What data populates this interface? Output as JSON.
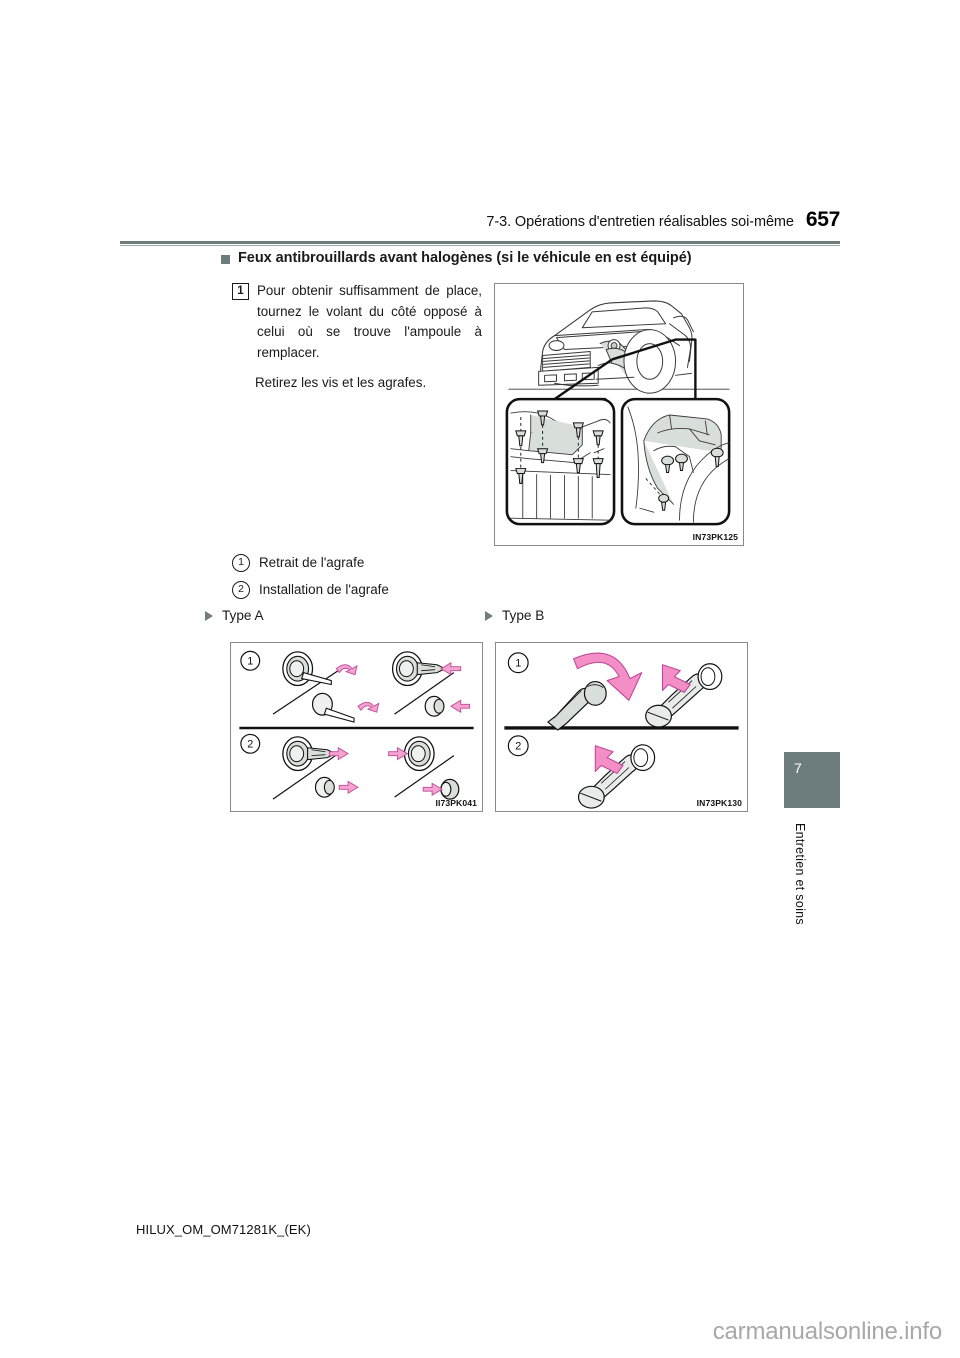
{
  "page": {
    "number": "657",
    "header_section": "7-3. Opérations d'entretien réalisables soi-même",
    "footer_code": "HILUX_OM_OM71281K_(EK)",
    "watermark": "carmanualsonline.info",
    "accent_color": "#6d7d7d"
  },
  "section": {
    "heading": "Feux antibrouillards avant halogènes (si le véhicule en est équipé)"
  },
  "steps": [
    {
      "number": "1",
      "text": "Pour obtenir suffisamment de place, tournez le volant du côté opposé à celui où se trouve l'ampoule à remplacer.",
      "extra": "Retirez les vis et les agrafes."
    }
  ],
  "legend": [
    {
      "marker": "1",
      "label": "Retrait de l'agrafe"
    },
    {
      "marker": "2",
      "label": "Installation de l'agrafe"
    }
  ],
  "variants": [
    {
      "label": "Type A",
      "caption": "II73PK041"
    },
    {
      "label": "Type B",
      "caption": "IN73PK130"
    }
  ],
  "illustrations": {
    "top": {
      "caption": "IN73PK125"
    }
  },
  "side_tab": {
    "chapter": "7",
    "title": "Entretien et soins"
  }
}
